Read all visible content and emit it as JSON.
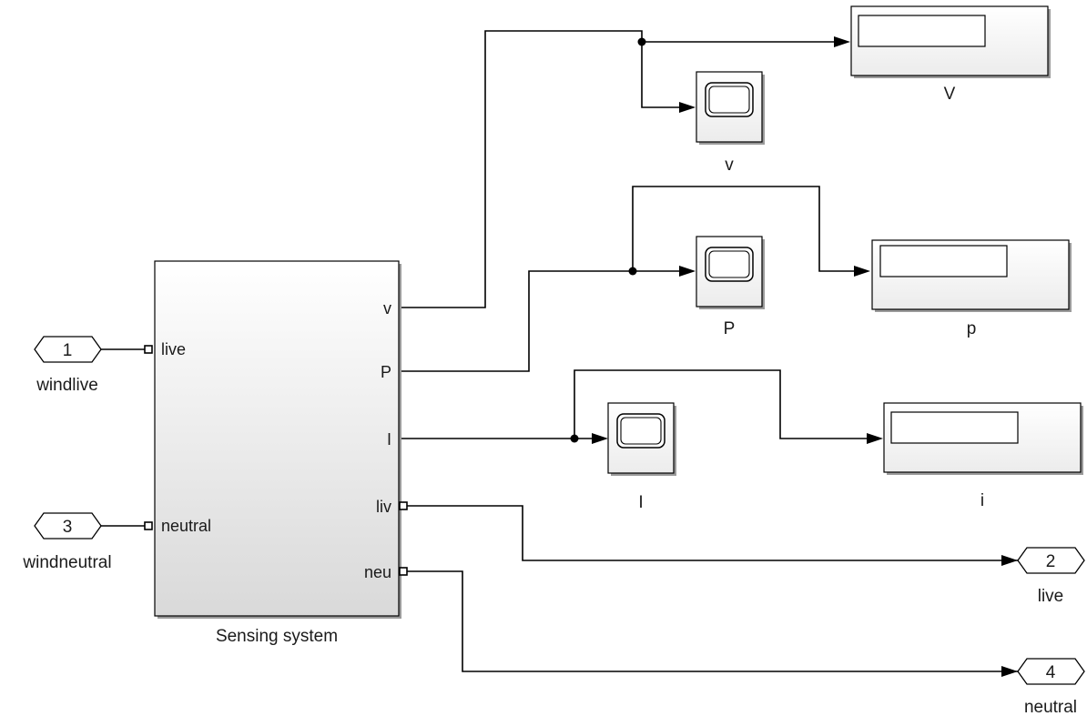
{
  "subsystem": {
    "name": "Sensing system",
    "inputs": [
      "live",
      "neutral"
    ],
    "outputs": [
      "v",
      "P",
      "I",
      "liv",
      "neu"
    ]
  },
  "inports": [
    {
      "number": "1",
      "name": "windlive"
    },
    {
      "number": "3",
      "name": "windneutral"
    }
  ],
  "outports": [
    {
      "number": "2",
      "name": "live"
    },
    {
      "number": "4",
      "name": "neutral"
    }
  ],
  "scopes": [
    {
      "name": "v"
    },
    {
      "name": "P"
    },
    {
      "name": "I"
    }
  ],
  "displays": [
    {
      "name": "V"
    },
    {
      "name": "p"
    },
    {
      "name": "i"
    }
  ]
}
